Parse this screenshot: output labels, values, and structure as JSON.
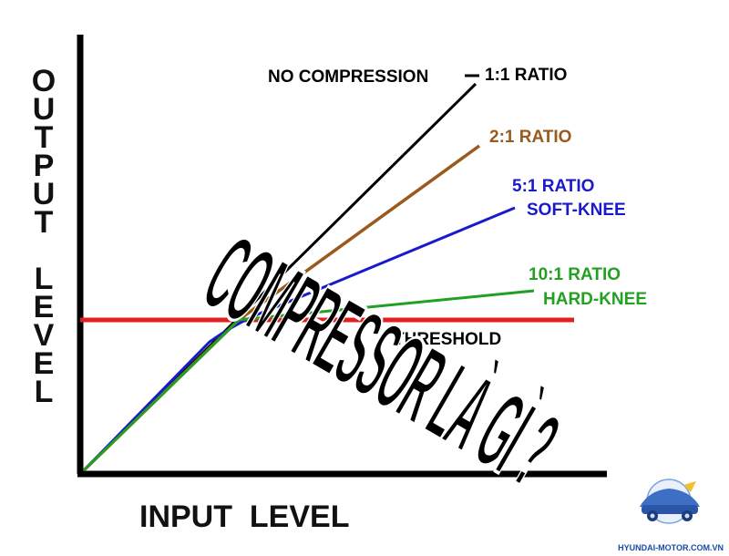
{
  "axes": {
    "xlabel": "INPUT  LEVEL",
    "ylabel_top": "OUTPUT",
    "ylabel_bottom": "LEVEL"
  },
  "curves": [
    {
      "label": "NO COMPRESSION",
      "ratio_text": "1:1 RATIO",
      "color": "#000000",
      "ratio": 1
    },
    {
      "label": "2:1 RATIO",
      "color": "#9a5a1e",
      "ratio": 2
    },
    {
      "label_line1": "5:1 RATIO",
      "label_line2": "SOFT-KNEE",
      "color": "#1a1acc",
      "ratio": 5
    },
    {
      "label_line1": "10:1 RATIO",
      "label_line2": "HARD-KNEE",
      "color": "#22a022",
      "ratio": 10
    }
  ],
  "threshold": {
    "label": "THRESHOLD",
    "color": "#e02020"
  },
  "overlay_text": "COMPRESSOR LÀ GÌ ?",
  "watermark": {
    "text": "HYUNDAI-MOTOR.COM.VN",
    "color": "#1a4aa8"
  }
}
